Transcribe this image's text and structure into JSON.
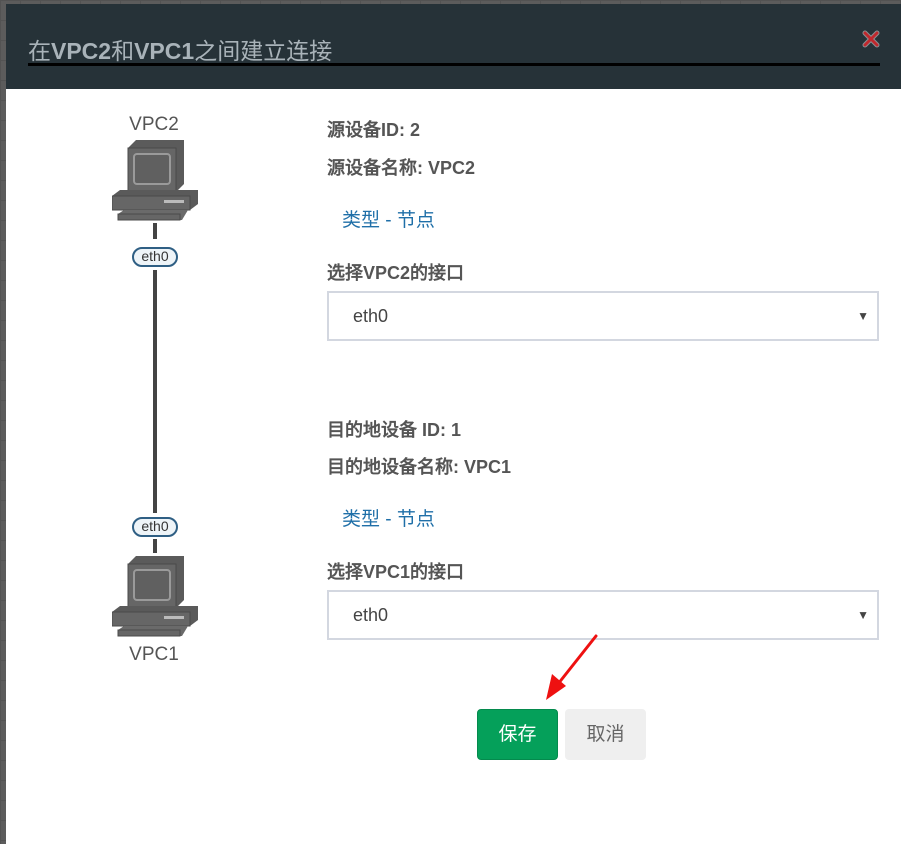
{
  "modal": {
    "title_parts": [
      "在",
      "VPC2",
      "和",
      "VPC1",
      "之间建立连接"
    ],
    "close_icon": "close-x-icon",
    "colors": {
      "header_bg": "#263238",
      "title_text": "#a9b3b9",
      "close": "#c0282d"
    }
  },
  "topology": {
    "source_node": {
      "name": "VPC2",
      "icon": "desktop-computer-icon",
      "interface": "eth0"
    },
    "target_node": {
      "name": "VPC1",
      "icon": "desktop-computer-icon",
      "interface": "eth0"
    }
  },
  "source": {
    "id_line": "源设备ID: 2",
    "name_line": "源设备名称: VPC2",
    "type_link": "类型 - 节点",
    "select_label": "选择VPC2的接口",
    "select_value": "eth0"
  },
  "destination": {
    "id_line": "目的地设备 ID: 1",
    "name_line": "目的地设备名称: VPC1",
    "type_link": "类型 - 节点",
    "select_label": "选择VPC1的接口",
    "select_value": "eth0"
  },
  "actions": {
    "save_label": "保存",
    "cancel_label": "取消",
    "save_color": "#05a05a"
  },
  "annotation": {
    "arrow_color": "#ee1111",
    "points_to": "save-button"
  }
}
